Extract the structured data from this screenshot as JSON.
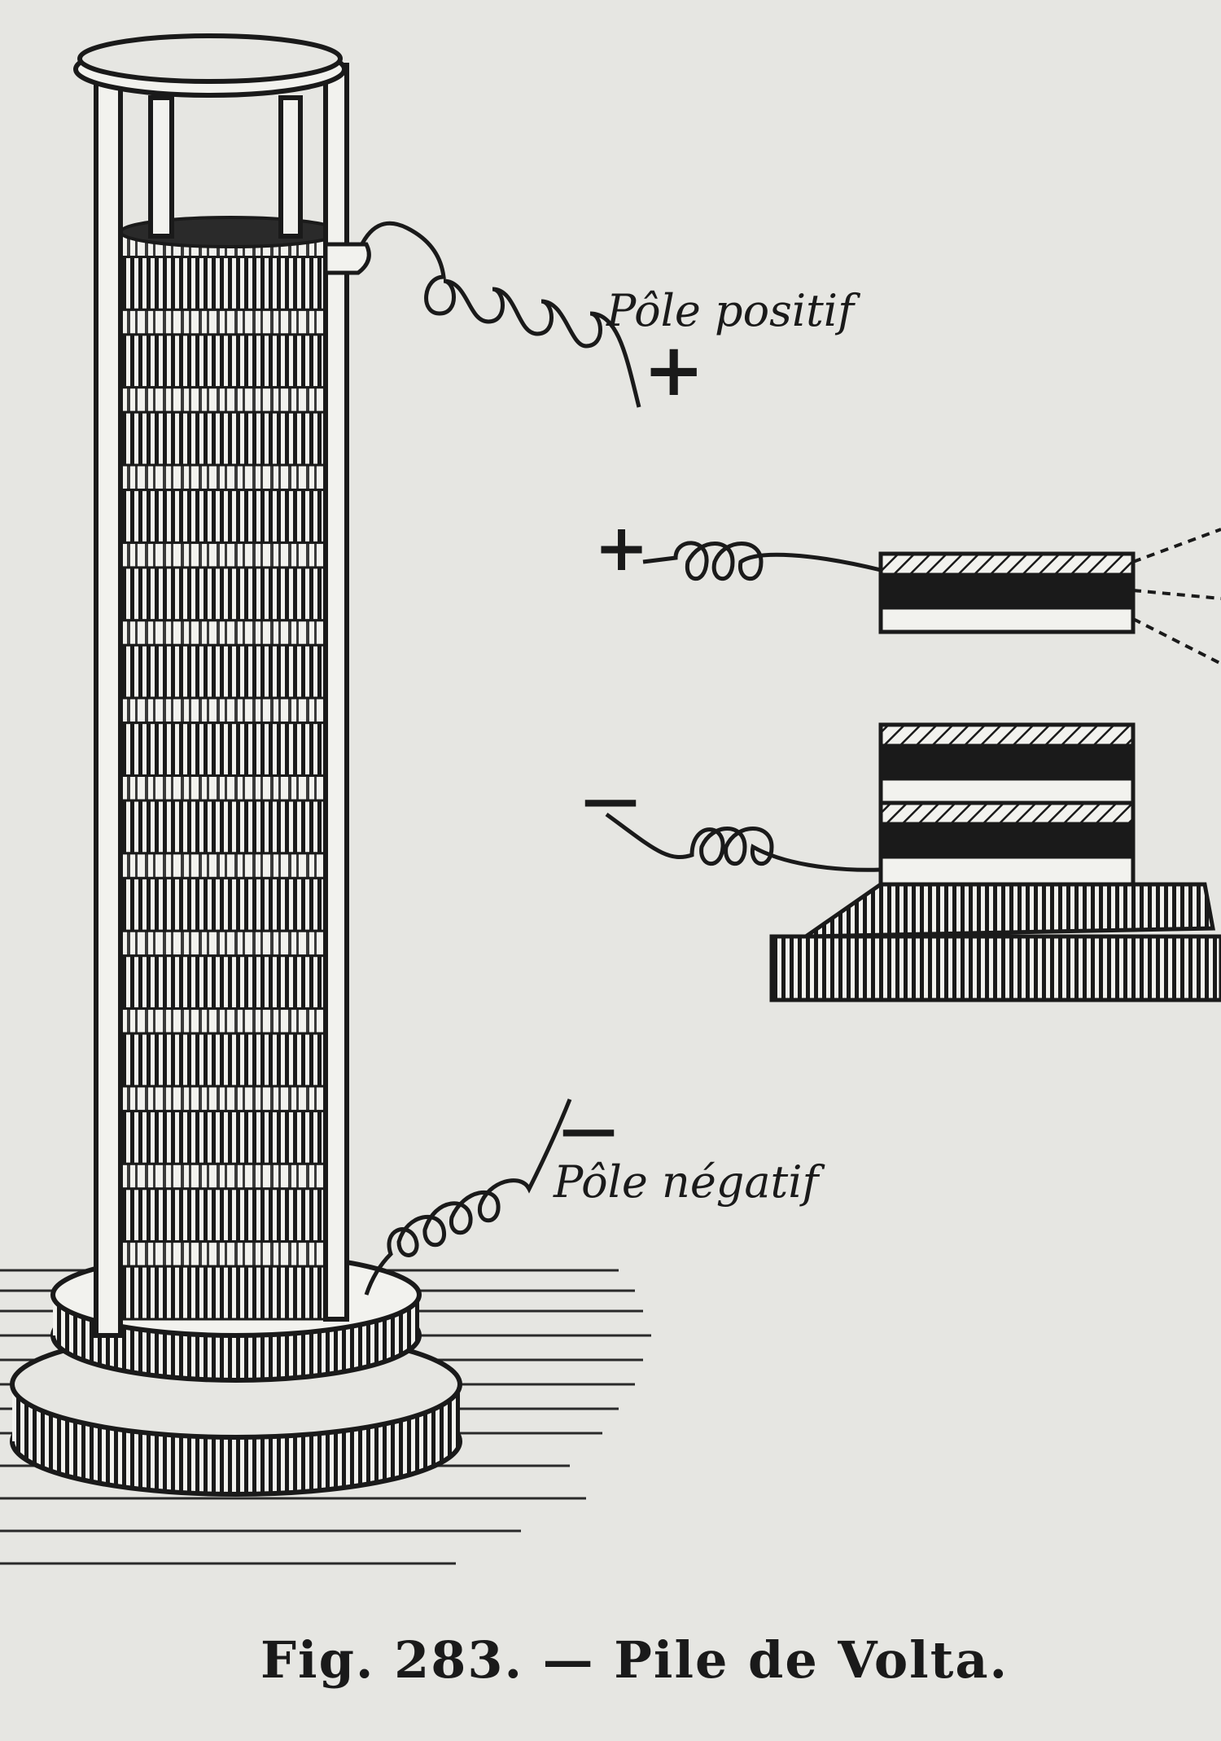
{
  "figure": {
    "labels": {
      "positive_pole": "Pôle positif",
      "negative_pole": "Pôle négatif",
      "plus_sign": "+",
      "minus_sign": "—"
    },
    "caption": "Fig. 283. — Pile de Volta.",
    "colors": {
      "paper": "#e6e6e2",
      "ink": "#1a1a1a",
      "light_disc": "#f2f2ee",
      "dark_disc": "#2a2a2a"
    },
    "disc_pairs": 14
  }
}
